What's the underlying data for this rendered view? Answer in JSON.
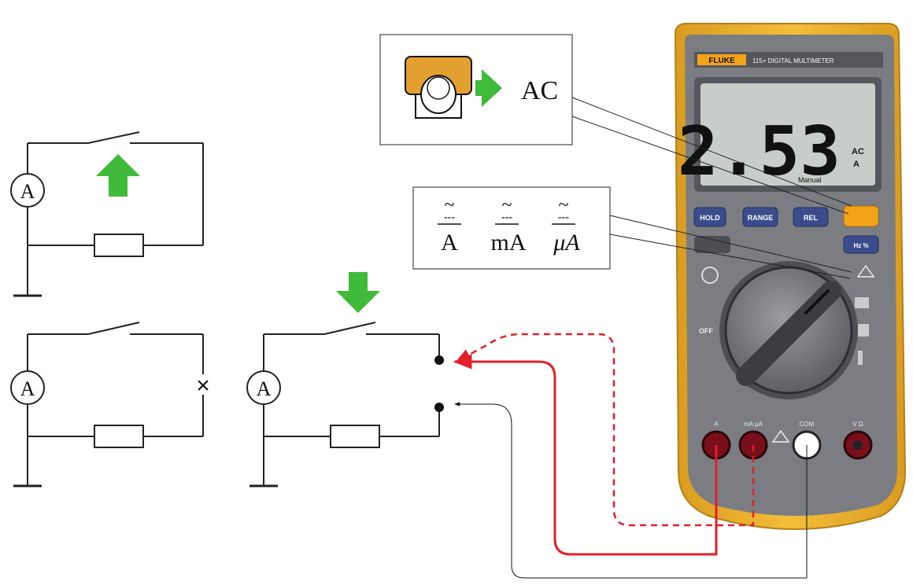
{
  "circuit": {
    "ammeter_symbol": "A",
    "break_mark": "×"
  },
  "callouts": {
    "ac": {
      "label": "AC"
    },
    "ranges": {
      "tilde": "~",
      "dc_dash": "---",
      "labels": [
        "A",
        "mA",
        "μA"
      ]
    }
  },
  "meter": {
    "brand": "FLUKE",
    "model": "115+ DIGITAL MULTIMETER",
    "reading": "2.53",
    "unit_top": "AC",
    "unit_bottom": "A",
    "range_mode": "Manual",
    "buttons": [
      "HOLD",
      "RANGE",
      "REL",
      ""
    ],
    "second_row_buttons": [
      "",
      "Hz %"
    ],
    "dial_off_label": "OFF",
    "jack_labels": [
      "A",
      "mA μA",
      "COM",
      "V Ω"
    ]
  },
  "colors": {
    "green_arrow": "#3fba3a",
    "lead_red": "#e0202a",
    "meter_case": "#f0b32d",
    "meter_body": "#7b7d82",
    "lcd": "#c9cdc9",
    "yellow_button": "#f3a318",
    "blue_button": "#3a4c8c",
    "jack_red": "#7a0f1c"
  }
}
